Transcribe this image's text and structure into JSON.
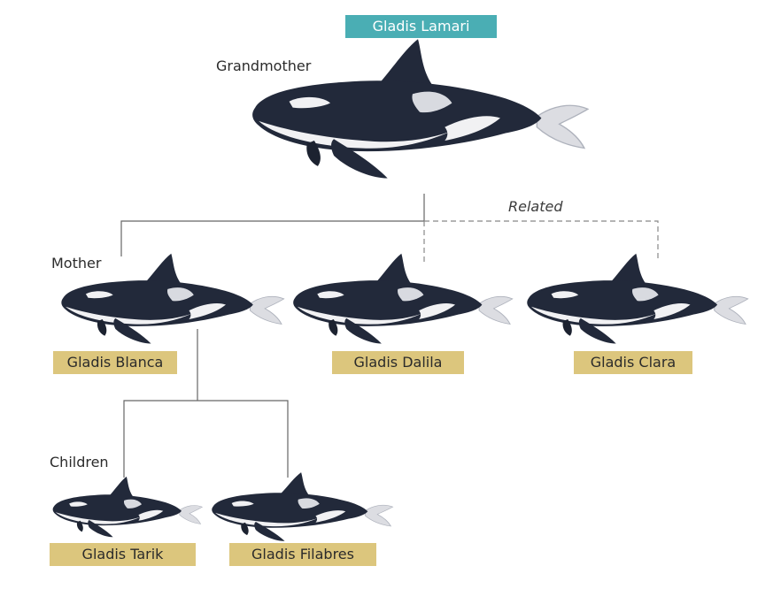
{
  "grandmother": {
    "role": "Grandmother",
    "name": "Gladis Lamari"
  },
  "mother": {
    "role": "Mother",
    "name": "Gladis Blanca"
  },
  "related": {
    "label": "Related",
    "names": [
      "Gladis Dalila",
      "Gladis Clara"
    ]
  },
  "children": {
    "role": "Children",
    "names": [
      "Gladis Tarik",
      "Gladis Filabres"
    ]
  },
  "colors": {
    "top_tag": "#4aaeb4",
    "gold_tag": "#dcc67d",
    "orca_dark": "#22293a",
    "orca_light": "#f1f1f3",
    "line": "#666666"
  }
}
